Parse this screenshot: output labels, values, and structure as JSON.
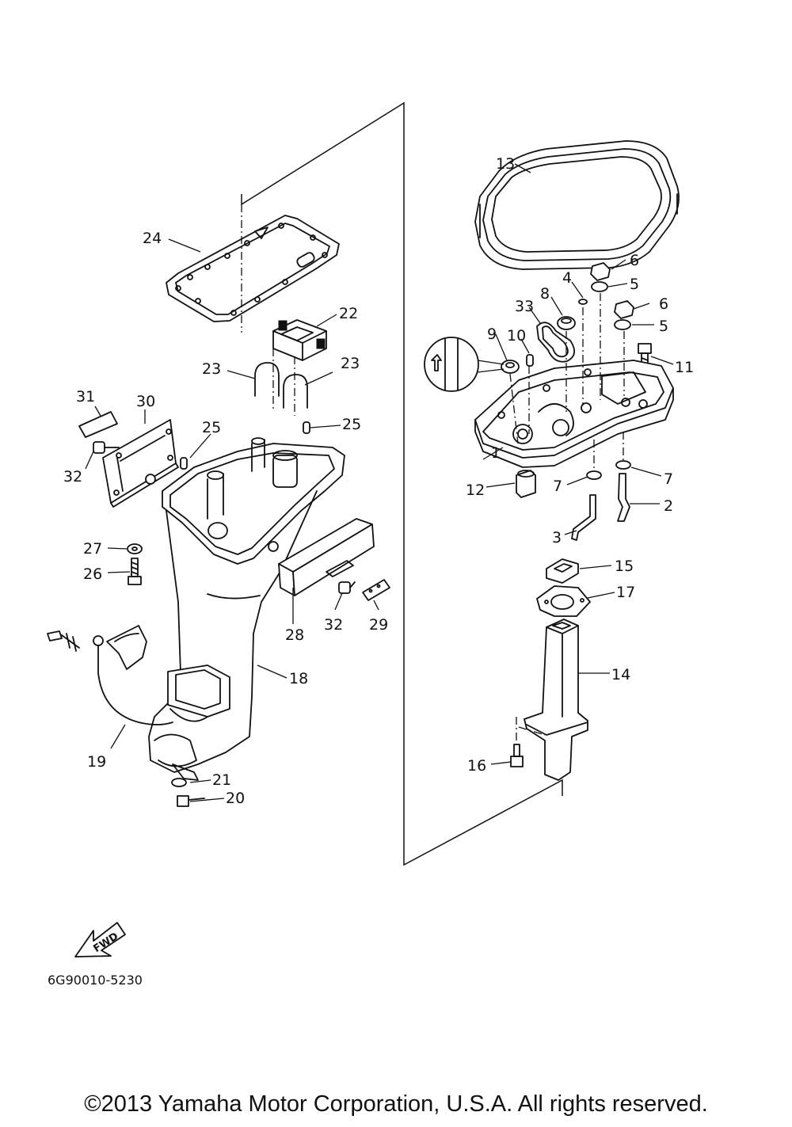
{
  "diagram": {
    "part_labels": [
      "1",
      "2",
      "3",
      "4",
      "5",
      "5",
      "6",
      "6",
      "7",
      "7",
      "8",
      "9",
      "10",
      "11",
      "12",
      "13",
      "14",
      "15",
      "16",
      "17",
      "18",
      "19",
      "20",
      "21",
      "22",
      "23",
      "23",
      "24",
      "25",
      "25",
      "26",
      "27",
      "28",
      "29",
      "30",
      "31",
      "32",
      "32",
      "33"
    ],
    "fwd_label": "FWD",
    "drawing_number": "6G90010-5230"
  },
  "footer": {
    "copyright": "©2013 Yamaha Motor Corporation, U.S.A. All rights reserved."
  }
}
